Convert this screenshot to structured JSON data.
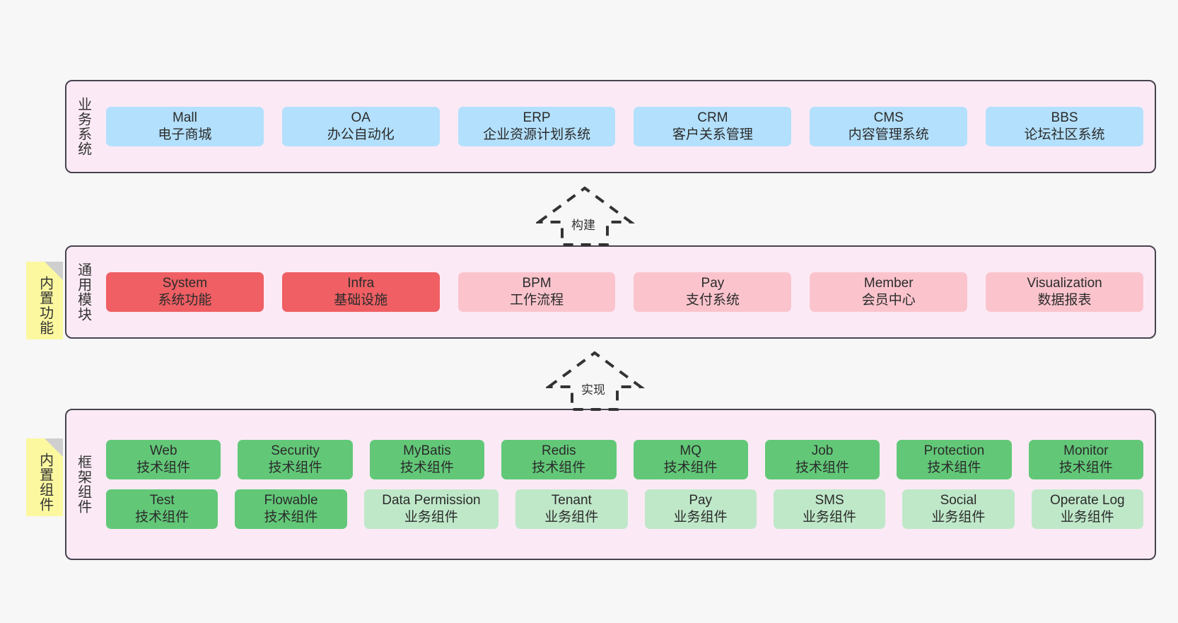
{
  "diagram": {
    "background": "#f7f7f7",
    "colors": {
      "layer_bg": "#fbeaf5",
      "layer_border": "#474350",
      "blue": "#b3e0fc",
      "red_strong": "#ef5f63",
      "red_soft": "#fbc4cd",
      "green_strong": "#62c878",
      "green_soft": "#bfe8c9",
      "note_bg": "#fcf8a0",
      "note_fold": "#cfcfcf",
      "arrow_stroke": "#333333"
    }
  },
  "layers": [
    {
      "id": "business-systems",
      "title": "业务系统",
      "rows": [
        {
          "cards": [
            {
              "t1": "Mall",
              "t2": "电子商城",
              "style": "blue"
            },
            {
              "t1": "OA",
              "t2": "办公自动化",
              "style": "blue"
            },
            {
              "t1": "ERP",
              "t2": "企业资源计划系统",
              "style": "blue"
            },
            {
              "t1": "CRM",
              "t2": "客户关系管理",
              "style": "blue"
            },
            {
              "t1": "CMS",
              "t2": "内容管理系统",
              "style": "blue"
            },
            {
              "t1": "BBS",
              "t2": "论坛社区系统",
              "style": "blue"
            }
          ]
        }
      ]
    },
    {
      "id": "common-modules",
      "title": "通用模块",
      "rows": [
        {
          "cards": [
            {
              "t1": "System",
              "t2": "系统功能",
              "style": "redstrong"
            },
            {
              "t1": "Infra",
              "t2": "基础设施",
              "style": "redstrong"
            },
            {
              "t1": "BPM",
              "t2": "工作流程",
              "style": "redsoft"
            },
            {
              "t1": "Pay",
              "t2": "支付系统",
              "style": "redsoft"
            },
            {
              "t1": "Member",
              "t2": "会员中心",
              "style": "redsoft"
            },
            {
              "t1": "Visualization",
              "t2": "数据报表",
              "style": "redsoft"
            }
          ]
        }
      ]
    },
    {
      "id": "framework-components",
      "title": "框架组件",
      "rows": [
        {
          "cards": [
            {
              "t1": "Web",
              "t2": "技术组件",
              "style": "greenstrong"
            },
            {
              "t1": "Security",
              "t2": "技术组件",
              "style": "greenstrong"
            },
            {
              "t1": "MyBatis",
              "t2": "技术组件",
              "style": "greenstrong"
            },
            {
              "t1": "Redis",
              "t2": "技术组件",
              "style": "greenstrong"
            },
            {
              "t1": "MQ",
              "t2": "技术组件",
              "style": "greenstrong"
            },
            {
              "t1": "Job",
              "t2": "技术组件",
              "style": "greenstrong"
            },
            {
              "t1": "Protection",
              "t2": "技术组件",
              "style": "greenstrong"
            },
            {
              "t1": "Monitor",
              "t2": "技术组件",
              "style": "greenstrong"
            }
          ]
        },
        {
          "cards": [
            {
              "t1": "Test",
              "t2": "技术组件",
              "style": "greenstrong"
            },
            {
              "t1": "Flowable",
              "t2": "技术组件",
              "style": "greenstrong"
            },
            {
              "t1": "Data Permission",
              "t2": "业务组件",
              "style": "greensoft"
            },
            {
              "t1": "Tenant",
              "t2": "业务组件",
              "style": "greensoft"
            },
            {
              "t1": "Pay",
              "t2": "业务组件",
              "style": "greensoft"
            },
            {
              "t1": "SMS",
              "t2": "业务组件",
              "style": "greensoft"
            },
            {
              "t1": "Social",
              "t2": "业务组件",
              "style": "greensoft"
            },
            {
              "t1": "Operate Log",
              "t2": "业务组件",
              "style": "greensoft"
            }
          ]
        }
      ]
    }
  ],
  "notes": [
    {
      "id": "builtin-features",
      "text": "内置功能"
    },
    {
      "id": "builtin-components",
      "text": "内置组件"
    }
  ],
  "arrows": [
    {
      "id": "build-arrow",
      "label": "构建"
    },
    {
      "id": "implement-arrow",
      "label": "实现"
    }
  ]
}
